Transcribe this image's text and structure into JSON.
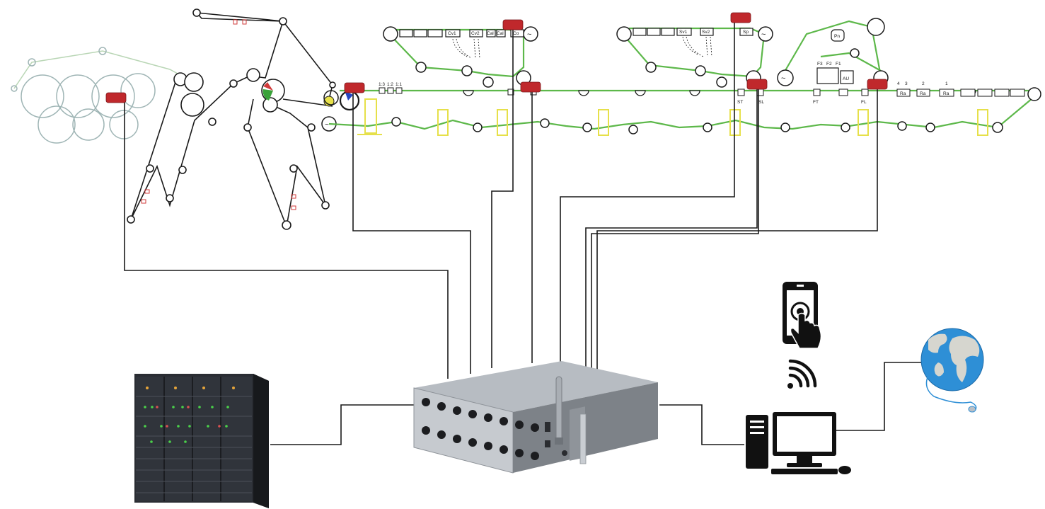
{
  "section_labels": {
    "sm1": "1:3",
    "sm2": "1:2",
    "sm3": "1:1",
    "cv1": "Cv1",
    "cv2": "Cv2",
    "cal": "Cal",
    "cal2": "Cal",
    "co": "Co",
    "sv1": "Sv1",
    "sv2": "Sv2",
    "sp": "Sp",
    "pn": "Pn",
    "f3": "F3",
    "f2": "F2",
    "f1": "F1",
    "au": "AU",
    "st": "ST",
    "sl": "SL",
    "ft": "FT",
    "fl": "FL",
    "n4": "4",
    "n3": "3",
    "n2": "2",
    "n1": "1",
    "ra1": "Ra",
    "ra2": "Ra",
    "ra3": "Ra"
  },
  "colors": {
    "sensor": "#c0282c",
    "belt_green": "#5db84a",
    "line": "#1a1a1a",
    "stand_yellow": "#e6e04a",
    "felt_gray": "#9fb5b5",
    "globe_blue": "#2e8fd6"
  },
  "icons": [
    "server-rack-icon",
    "network-controller-icon",
    "smartphone-touch-icon",
    "wifi-icon",
    "desktop-computer-icon",
    "globe-icon",
    "antenna-icon"
  ]
}
